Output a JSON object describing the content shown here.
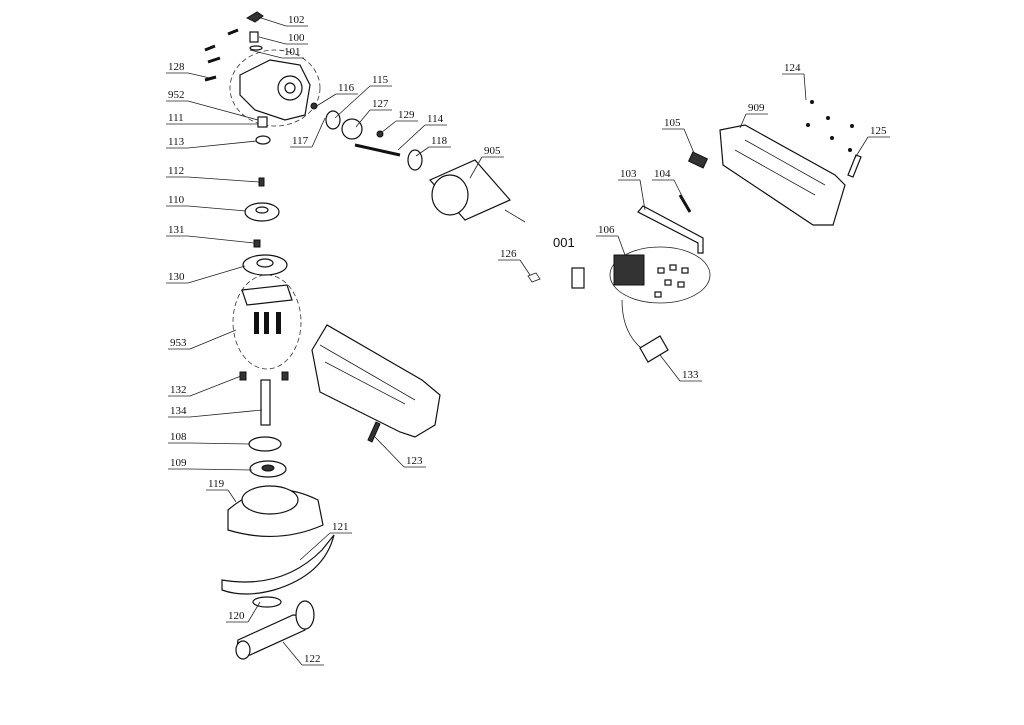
{
  "title": "Exploded parts diagram - angle grinder",
  "part_numbers": [
    "102",
    "100",
    "101",
    "128",
    "952",
    "111",
    "113",
    "112",
    "110",
    "131",
    "130",
    "953",
    "132",
    "134",
    "108",
    "109",
    "119",
    "121",
    "120",
    "122",
    "116",
    "115",
    "127",
    "117",
    "129",
    "114",
    "118",
    "905",
    "126",
    "001",
    "106",
    "103",
    "104",
    "105",
    "909",
    "124",
    "125",
    "133",
    "123"
  ]
}
